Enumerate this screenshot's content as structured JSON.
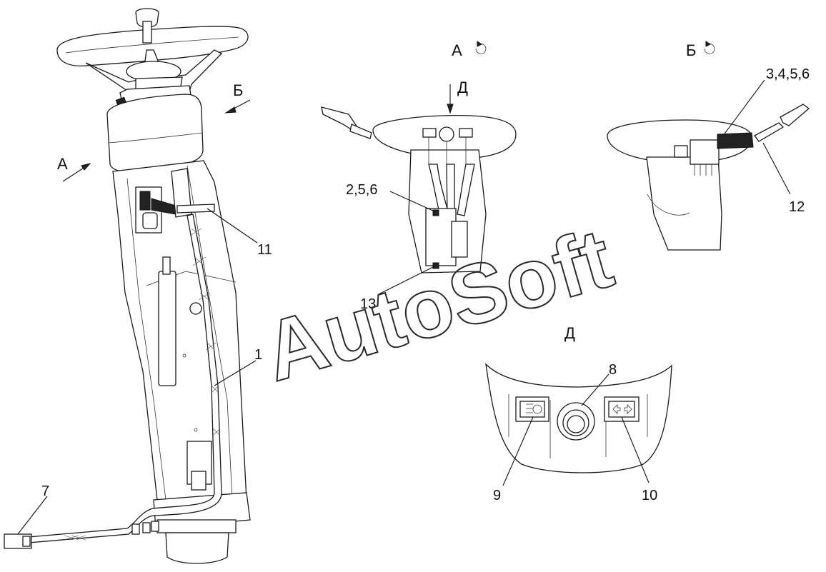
{
  "views": {
    "a": "А",
    "b": "Б",
    "d": "Д"
  },
  "callouts": {
    "p1": "1",
    "p7": "7",
    "p8": "8",
    "p9": "9",
    "p10": "10",
    "p11": "11",
    "p12": "12",
    "p13": "13",
    "p256": "2,5,6",
    "p3456": "3,4,5,6"
  },
  "watermark": "AutoSoft"
}
